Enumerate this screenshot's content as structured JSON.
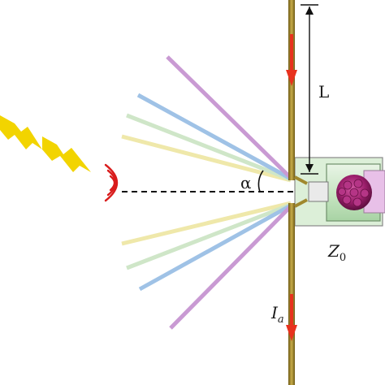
{
  "labels": {
    "length": "L",
    "angle": "α",
    "impedance": "Z",
    "impedance_sub": "0",
    "current": "I",
    "current_sub": "a"
  },
  "colors": {
    "antenna_rod": "#a0882e",
    "current_arrow": "#e8321e",
    "lightning": "#f2d400",
    "wave_arcs": "#d91c1c",
    "ray_purple": "#c99ad3",
    "ray_blue": "#9fc2e6",
    "ray_green": "#cfe6c8",
    "ray_yellow": "#efe8aa",
    "feed_box": "#bfe3bf",
    "load_particle": "#8a1a5c"
  },
  "icons": [
    "lightning-bolt-icon",
    "radio-wave-icon",
    "nanoparticle-load-icon"
  ]
}
